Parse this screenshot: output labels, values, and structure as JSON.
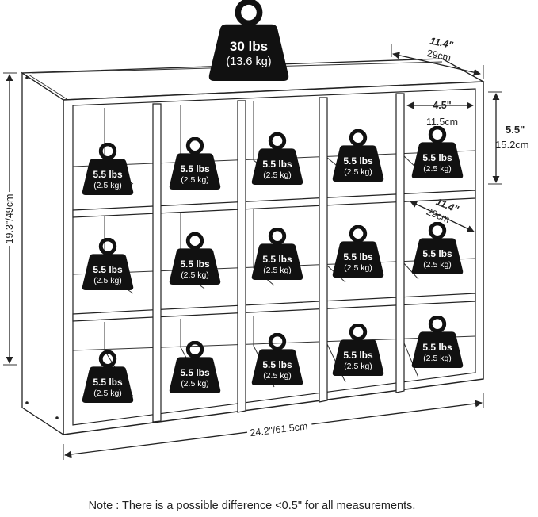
{
  "total_weight": {
    "line1": "30 lbs",
    "line2": "(13.6 kg)"
  },
  "cube_weight": {
    "line1": "5.5 lbs",
    "line2": "(2.5 kg)"
  },
  "dimensions": {
    "top_depth_in": "11.4\"",
    "top_depth_cm": "29cm",
    "cube_width_in": "4.5\"",
    "cube_width_cm": "11.5cm",
    "cube_height_in": "5.5\"",
    "cube_height_cm": "15.2cm",
    "cube_depth_in": "11.4\"",
    "cube_depth_cm": "29cm",
    "height": "19.3\"/49cm",
    "width": "24.2\"/61.5cm"
  },
  "note": "Note : There is a possible difference <0.5\" for all measurements."
}
